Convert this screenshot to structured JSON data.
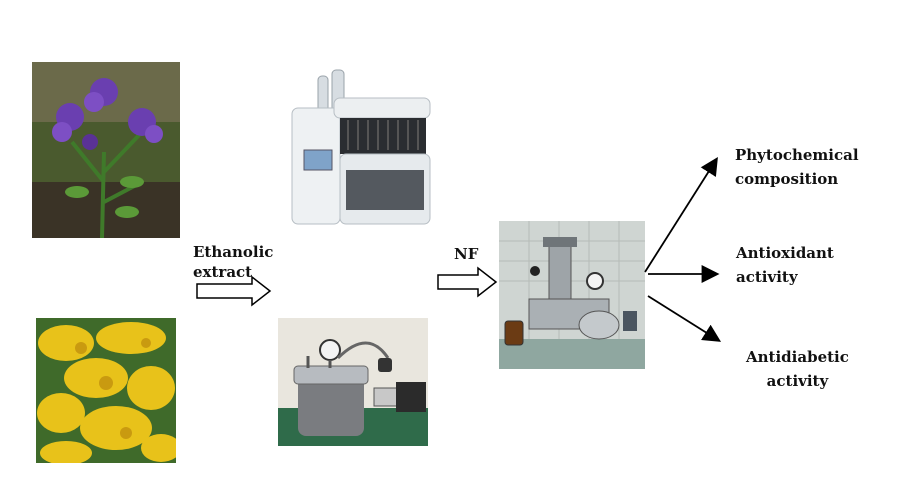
{
  "images": {
    "alfalfa_photo": "photo of purple alfalfa flowers",
    "goldenrod_photo": "photo of yellow goldenrod flowers",
    "extractor_photo": "photo of automated extraction instrument",
    "reactor_photo": "photo of pressurized extraction vessel setup",
    "nf_unit_photo": "photo of nanofiltration unit"
  },
  "labels": {
    "ethanolic_line1": "Ethanolic",
    "ethanolic_line2": "extract",
    "nf": "NF",
    "phytochemical_line1": "Phytochemical",
    "phytochemical_line2": "composition",
    "antioxidant_line1": "Antioxidant",
    "antioxidant_line2": "activity",
    "antidiabetic_line1": "Antidiabetic",
    "antidiabetic_line2": "activity"
  },
  "colors": {
    "flower_purple": "#6a3fb0",
    "flower_yellow": "#e8c21a",
    "arrow": "#000000"
  }
}
